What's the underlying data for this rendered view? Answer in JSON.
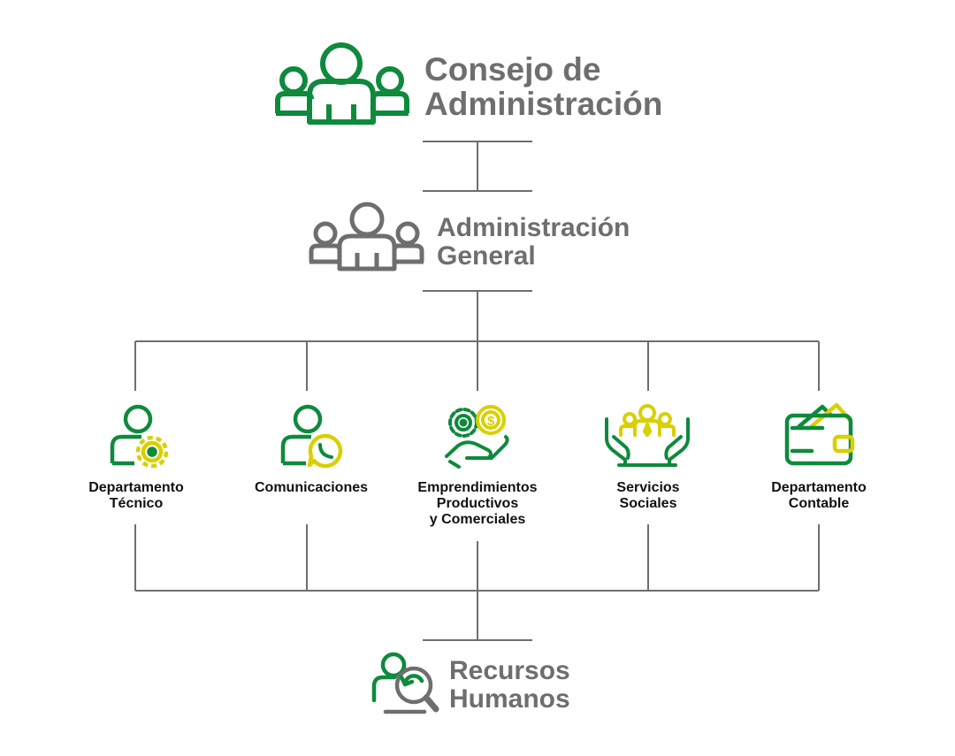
{
  "colors": {
    "green": "#0e8a3c",
    "yellow": "#d8d000",
    "gray": "#6e6e6e",
    "line": "#6e6e6e",
    "text_dark": "#111111"
  },
  "board": {
    "icon": "group-icon",
    "lines": [
      "Consejo de",
      "Administración"
    ]
  },
  "admin": {
    "icon": "group-icon",
    "lines": [
      "Administración",
      "General"
    ]
  },
  "departments": [
    {
      "icon": "user-gear-icon",
      "lines": [
        "Departamento",
        "Técnico"
      ]
    },
    {
      "icon": "user-chat-icon",
      "lines": [
        "Comunicaciones"
      ]
    },
    {
      "icon": "hand-gear-coin-icon",
      "lines": [
        "Emprendimientos",
        "Productivos",
        "y Comerciales"
      ]
    },
    {
      "icon": "hands-people-icon",
      "lines": [
        "Servicios",
        "Sociales"
      ]
    },
    {
      "icon": "wallet-icon",
      "lines": [
        "Departamento",
        "Contable"
      ]
    }
  ],
  "hr": {
    "icon": "user-search-icon",
    "lines": [
      "Recursos",
      "Humanos"
    ]
  }
}
